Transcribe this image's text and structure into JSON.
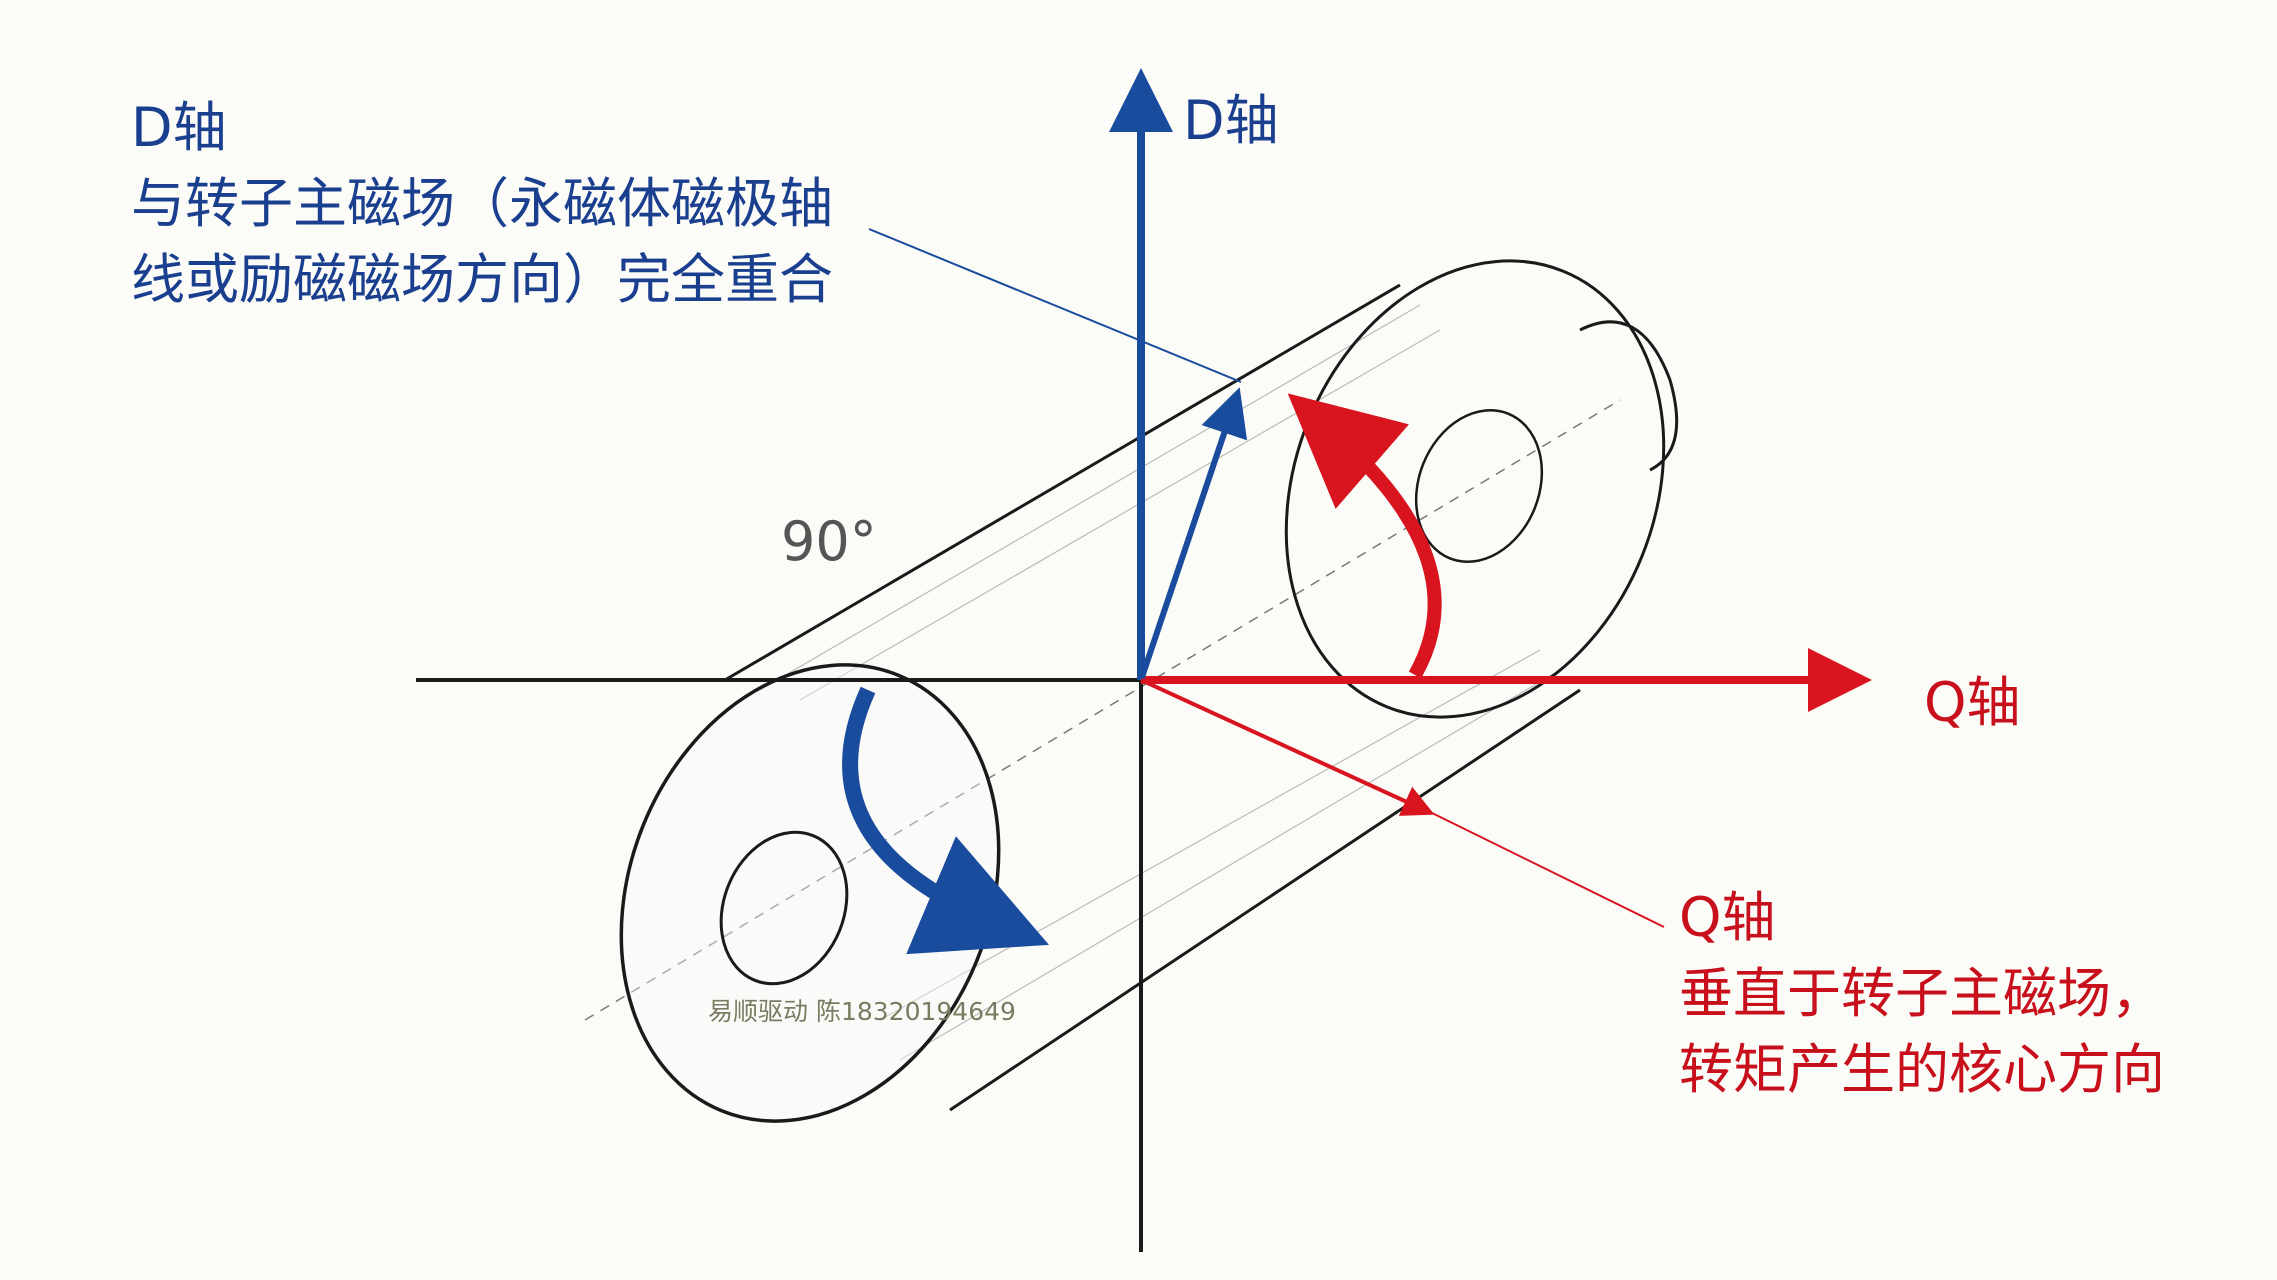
{
  "d_axis_label": "D轴",
  "q_axis_label": "Q轴",
  "angle_label": "90°",
  "d_annotation": {
    "title": "D轴",
    "lines": [
      "与转子主磁场（永磁体磁极轴",
      "线或励磁磁场方向）完全重合"
    ]
  },
  "q_annotation": {
    "title": "Q轴",
    "lines": [
      "垂直于转子主磁场，",
      "转矩产生的核心方向"
    ]
  },
  "watermark": "易顺驱动 陈18320194649",
  "colors": {
    "d_axis": "#1a4c9e",
    "q_axis": "#d8141f",
    "outline": "#1a1a1a"
  }
}
